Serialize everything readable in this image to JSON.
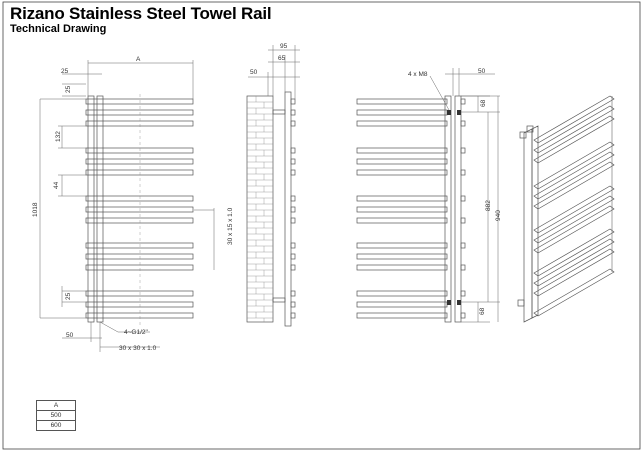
{
  "header": {
    "title": "Rizano Stainless Steel Towel Rail",
    "subtitle": "Technical Drawing"
  },
  "front_view": {
    "dim_width": "A",
    "dim_left_offset": "25",
    "dim_top_gap": "25",
    "dim_pitch": "132",
    "dim_gap": "44",
    "dim_height": "1018",
    "dim_bottom_gap": "25",
    "dim_pipe_offset": "50",
    "connection_note": "4~G1/2\"",
    "bar_section": "30 x 15 x 1.0",
    "upright_section": "30 x 30 x 1.0"
  },
  "side_view": {
    "dim_depth": "95",
    "dim_upright": "65",
    "dim_wall": "50"
  },
  "rear_view": {
    "fixing_note": "4 x M8",
    "dim_side": "50",
    "dim_top": "68",
    "dim_centres": "882",
    "dim_height": "940",
    "dim_bottom": "68"
  },
  "size_table": {
    "header": "A",
    "rows": [
      "500",
      "600"
    ]
  }
}
